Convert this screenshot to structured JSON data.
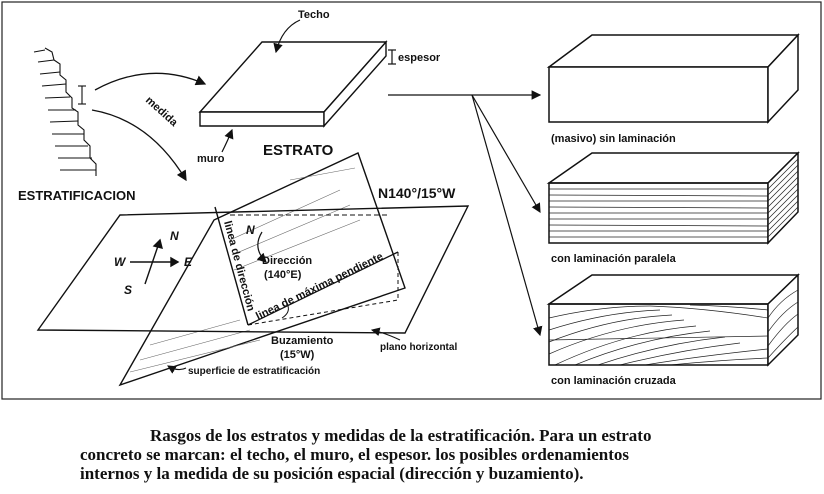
{
  "labels": {
    "techo": "Techo",
    "espesor": "espesor",
    "estrato": "ESTRATO",
    "muro": "muro",
    "medida": "medida",
    "estratificacion": "ESTRATIFICACION",
    "direction_code": "N140°/15°W",
    "compass_n": "N",
    "compass_s": "S",
    "compass_e": "E",
    "compass_w": "W",
    "plane_n": "N",
    "linea_direccion": "linea de dirección",
    "direccion": "Dirección",
    "direccion_value": "(140°E)",
    "linea_maxima": "linea de máxima pendiente",
    "buzamiento": "Buzamiento",
    "buzamiento_value": "(15°W)",
    "plano_horizontal": "plano horizontal",
    "superficie": "superficie de estratificación",
    "masivo": "(masivo) sin laminación",
    "paralela": "con laminación paralela",
    "cruzada": "con laminación cruzada"
  },
  "caption": {
    "line1": "Rasgos de los estratos y medidas de la estratificación. Para un estrato",
    "line2": "concreto se marcan: el techo, el muro, el espesor. los posibles ordenamientos",
    "line3": "internos y la medida de su posición espacial (dirección y buzamiento)."
  }
}
